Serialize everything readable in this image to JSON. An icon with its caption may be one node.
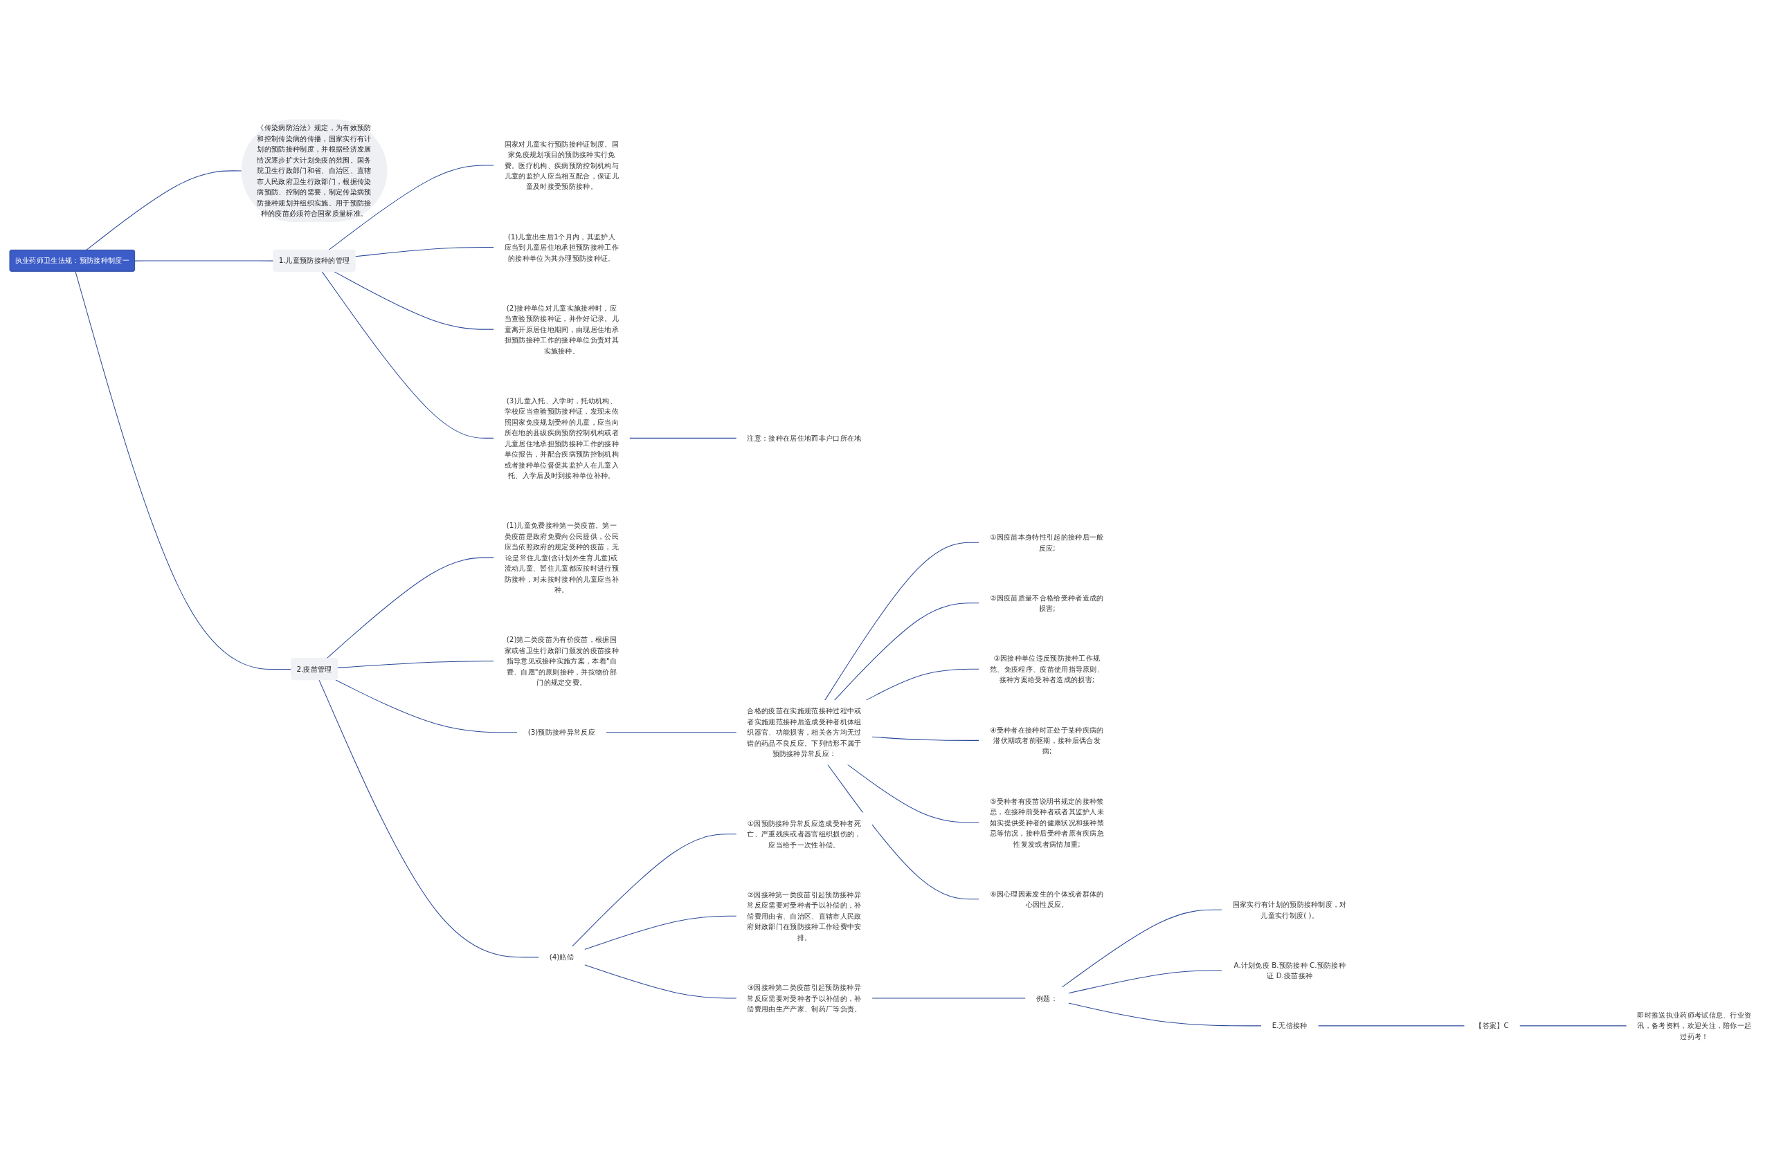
{
  "diagram": {
    "nodes": [
      {
        "text": [
          "执业药师卫生法规：预防接种制度一"
        ]
      },
      {
        "text": [
          "《传染病防治法》规定，为有效预防和控制传染病的传播，国家实行有计划的预防接种制度，并根据经济发展情况逐步扩大计划免疫的范围。国务院卫生行政部门和省、自治区、直辖市人民政府卫生行政部门，根据传染病预防、控制的需要，制定传染病预防接种规划并组织实施。用于预防接种的疫苗必须符合国家质量标准。"
        ]
      },
      {
        "text": [
          "1.儿童预防接种的管理"
        ]
      },
      {
        "text": [
          "国家对儿童实行预防接种证制度。国家免疫规划项目的预防接种实行免费。医疗机构、疾病预防控制机构与儿童的监护人应当相互配合，保证儿童及时接受预防接种。"
        ]
      },
      {
        "text": [
          "(1)儿童出生后1个月内，其监护人应当到儿童居住地承担预防接种工作的接种单位为其办理预防接种证。"
        ]
      },
      {
        "text": [
          "(2)接种单位对儿童实施接种时，应当查验预防接种证，并作好记录。儿童离开原居住地期间，由现居住地承担预防接种工作的接种单位负责对其实施接种。"
        ]
      },
      {
        "text": [
          "(3)儿童入托、入学时，托幼机构、学校应当查验预防接种证，发现未依照国家免疫规划受种的儿童，应当向所在地的县级疾病预防控制机构或者儿童居住地承担预防接种工作的接种单位报告，并配合疾病预防控制机构或者接种单位督促其监护人在儿童入托、入学后及时到接种单位补种。"
        ]
      },
      {
        "text": [
          "注意：接种在居住地而非户口所在地"
        ]
      },
      {
        "text": [
          "2.疫苗管理"
        ]
      },
      {
        "text": [
          "(1)儿童免费接种第一类疫苗。第一类疫苗是政府免费向公民提供，公民应当依照政府的规定受种的疫苗，无论是常住儿童(含计划外生育儿童)或流动儿童、暂住儿童都应按时进行预防接种，对未按时接种的儿童应当补种。"
        ]
      },
      {
        "text": [
          "(2)第二类疫苗为有价疫苗，根据国家或省卫生行政部门颁发的疫苗接种指导意见或接种实施方案，本着\"自费、自愿\"的原则接种，并按物价部门的规定交费。"
        ]
      },
      {
        "text": [
          "(3)预防接种异常反应"
        ]
      },
      {
        "text": [
          "合格的疫苗在实施规范接种过程中或者实施规范接种后造成受种者机体组织器官、功能损害，相关各方均无过错的药品不良反应。下列情形不属于预防接种异常反应："
        ]
      },
      {
        "text": [
          "①因疫苗本身特性引起的接种后一般反应;"
        ]
      },
      {
        "text": [
          "②因疫苗质量不合格给受种者造成的损害;"
        ]
      },
      {
        "text": [
          "③因接种单位违反预防接种工作规范、免疫程序、疫苗使用指导原则、接种方案给受种者造成的损害;"
        ]
      },
      {
        "text": [
          "④受种者在接种时正处于某种疾病的潜伏期或者前驱期，接种后偶合发病;"
        ]
      },
      {
        "text": [
          "⑤受种者有疫苗说明书规定的接种禁忌，在接种前受种者或者其监护人未如实提供受种者的健康状况和接种禁忌等情况，接种后受种者原有疾病急性复发或者病情加重;"
        ]
      },
      {
        "text": [
          "⑥因心理因素发生的个体或者群体的心因性反应。"
        ]
      },
      {
        "text": [
          "(4)赔偿"
        ]
      },
      {
        "text": [
          "①因预防接种异常反应造成受种者死亡、严重残疾或者器官组织损伤的，应当给予一次性补偿。"
        ]
      },
      {
        "text": [
          "②因接种第一类疫苗引起预防接种异常反应需要对受种者予以补偿的，补偿费用由省、自治区、直辖市人民政府财政部门在预防接种工作经费中安排。"
        ]
      },
      {
        "text": [
          "③因接种第二类疫苗引起预防接种异常反应需要对受种者予以补偿的，补偿费用由生产产家、制药厂等负责。"
        ]
      },
      {
        "text": [
          "例题："
        ]
      },
      {
        "text": [
          "国家实行有计划的预防接种制度，对儿童实行制度( )。"
        ]
      },
      {
        "text": [
          "A.计划免疫 B.预防接种 C.预防接种证 D.疫苗接种"
        ]
      },
      {
        "text": [
          "E.无偿接种"
        ]
      },
      {
        "text": [
          "【答案】C"
        ]
      },
      {
        "text": [
          "即时推送执业药师考试信息、行业资讯，备考资料，欢迎关注，陪你一起过药考！"
        ]
      }
    ],
    "edges": [
      {
        "from": 0,
        "to": 1,
        "arrow": "none"
      },
      {
        "from": 0,
        "to": 2,
        "arrow": "none"
      },
      {
        "from": 2,
        "to": 3,
        "arrow": "none"
      },
      {
        "from": 2,
        "to": 4,
        "arrow": "none"
      },
      {
        "from": 2,
        "to": 5,
        "arrow": "none"
      },
      {
        "from": 2,
        "to": 6,
        "arrow": "none"
      },
      {
        "from": 6,
        "to": 7,
        "arrow": "none"
      },
      {
        "from": 0,
        "to": 8,
        "arrow": "none"
      },
      {
        "from": 8,
        "to": 9,
        "arrow": "none"
      },
      {
        "from": 8,
        "to": 10,
        "arrow": "none"
      },
      {
        "from": 8,
        "to": 11,
        "arrow": "none"
      },
      {
        "from": 11,
        "to": 12,
        "arrow": "none"
      },
      {
        "from": 12,
        "to": 13,
        "arrow": "none"
      },
      {
        "from": 12,
        "to": 14,
        "arrow": "none"
      },
      {
        "from": 12,
        "to": 15,
        "arrow": "none"
      },
      {
        "from": 12,
        "to": 16,
        "arrow": "none"
      },
      {
        "from": 12,
        "to": 17,
        "arrow": "none"
      },
      {
        "from": 12,
        "to": 18,
        "arrow": "none"
      },
      {
        "from": 8,
        "to": 19,
        "arrow": "none"
      },
      {
        "from": 19,
        "to": 20,
        "arrow": "none"
      },
      {
        "from": 19,
        "to": 21,
        "arrow": "none"
      },
      {
        "from": 19,
        "to": 22,
        "arrow": "none"
      },
      {
        "from": 22,
        "to": 23,
        "arrow": "none"
      },
      {
        "from": 23,
        "to": 24,
        "arrow": "none"
      },
      {
        "from": 23,
        "to": 25,
        "arrow": "none"
      },
      {
        "from": 23,
        "to": 26,
        "arrow": "none"
      },
      {
        "from": 26,
        "to": 27,
        "arrow": "none"
      },
      {
        "from": 27,
        "to": 28,
        "arrow": "none"
      }
    ]
  }
}
